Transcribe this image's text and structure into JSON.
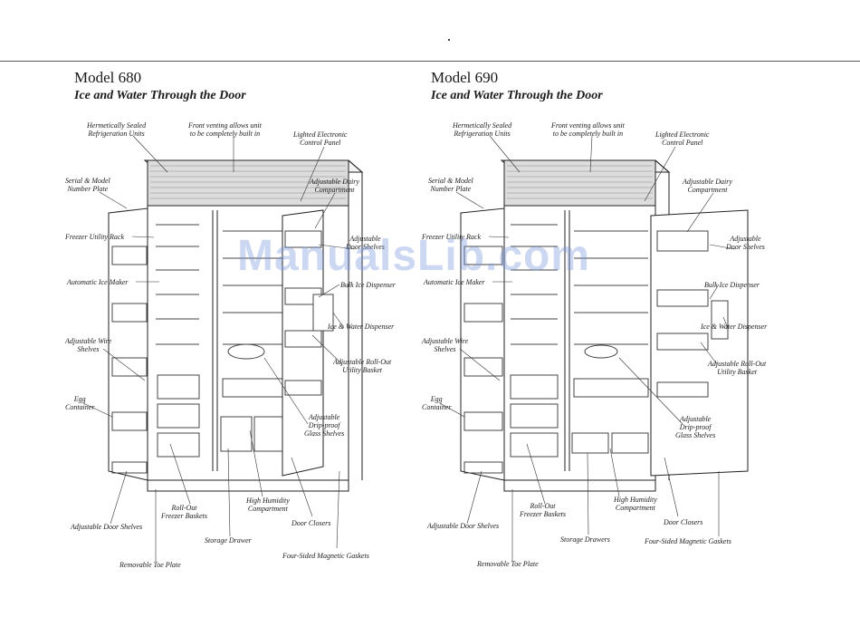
{
  "watermark": "ManualsLib.com",
  "models": [
    {
      "title": "Model 680",
      "subtitle": "Ice and Water Through the Door",
      "labels": {
        "hermetic": "Hermetically Sealed\nRefrigeration Units",
        "venting": "Front venting allows unit\nto be completely built in",
        "panel": "Lighted Electronic\nControl Panel",
        "serial": "Serial & Model\nNumber Plate",
        "dairy": "Adjustable Dairy\nCompartment",
        "utility_rack": "Freezer Utility Rack",
        "door_shelves_r": "Adjustable\nDoor Shelves",
        "ice_maker": "Automatic Ice Maker",
        "bulk_ice": "Bulk Ice Dispenser",
        "ice_water": "Ice & Water Dispenser",
        "wire_shelves": "Adjustable Wire\nShelves",
        "rollout_basket": "Adjustable Roll-Out\nUtility Basket",
        "egg": "Egg\nContainer",
        "glass_shelves": "Adjustable\nDrip-proof\nGlass Shelves",
        "rollout_freezer": "Roll-Out\nFreezer Baskets",
        "humidity": "High Humidity\nCompartment",
        "door_closers": "Door Closers",
        "door_shelves_l": "Adjustable Door Shelves",
        "drawer": "Storage Drawer",
        "gaskets": "Four-Sided Magnetic Gaskets",
        "toe_plate": "Removable Toe Plate"
      }
    },
    {
      "title": "Model 690",
      "subtitle": "Ice and Water Through the Door",
      "labels": {
        "hermetic": "Hermetically Sealed\nRefrigeration Units",
        "venting": "Front venting allows unit\nto be completely built in",
        "panel": "Lighted Electronic\nControl Panel",
        "serial": "Serial & Model\nNumber Plate",
        "dairy": "Adjustable Dairy\nCompartment",
        "utility_rack": "Freezer Utility Rack",
        "door_shelves_r": "Adjustable\nDoor Shelves",
        "ice_maker": "Automatic Ice Maker",
        "bulk_ice": "Bulk Ice Dispenser",
        "ice_water": "Ice & Water Dispenser",
        "wire_shelves": "Adjustable Wire\nShelves",
        "rollout_basket": "Adjustable Roll-Out\nUtility Basket",
        "egg": "Egg\nContainer",
        "glass_shelves": "Adjustable\nDrip-proof\nGlass Shelves",
        "rollout_freezer": "Roll-Out\nFreezer Baskets",
        "humidity": "High Humidity\nCompartment",
        "door_closers": "Door Closers",
        "door_shelves_l": "Adjustable Door Shelves",
        "drawer": "Storage Drawers",
        "gaskets": "Four-Sided Magnetic Gaskets",
        "toe_plate": "Removable Toe Plate"
      }
    }
  ]
}
